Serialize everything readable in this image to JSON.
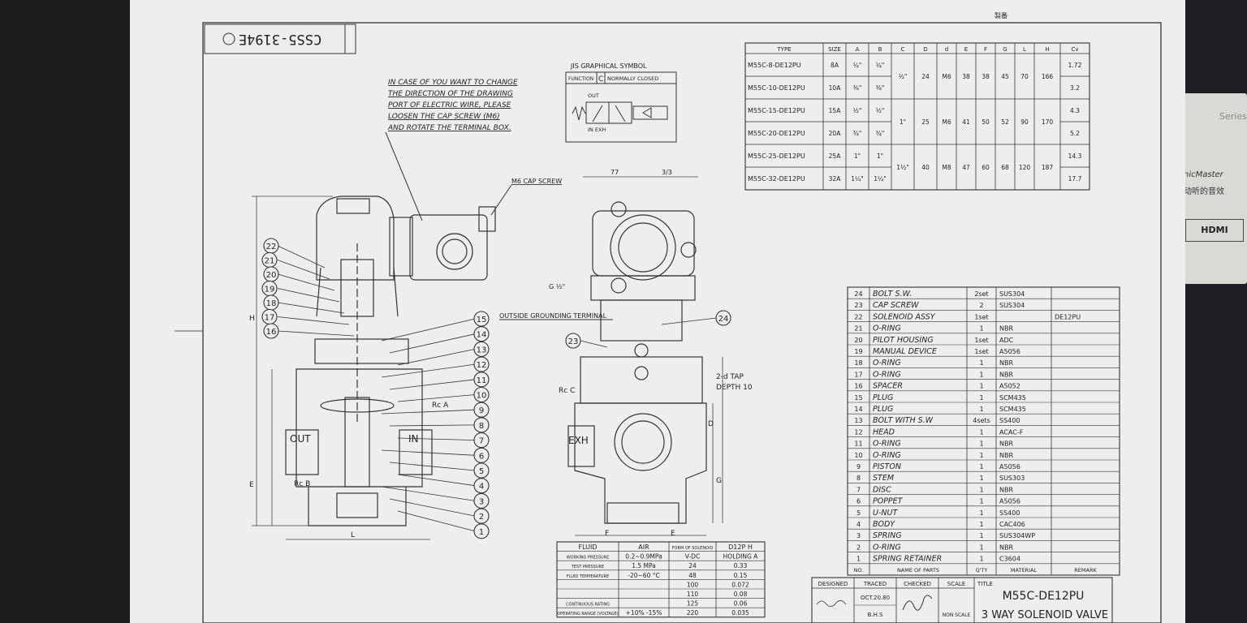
{
  "drawing_no": "CSS5-3194E",
  "header_mark": "製番",
  "note": [
    "IN CASE OF YOU WANT TO CHANGE",
    "THE DIRECTION OF THE DRAWING",
    "PORT OF ELECTRIC WIRE, PLEASE",
    "LOOSEN THE CAP SCREW (M6)",
    "AND ROTATE THE TERMINAL BOX."
  ],
  "jis": {
    "title": "JIS GRAPHICAL SYMBOL",
    "function_label": "FUNCTION",
    "function_value": "C",
    "function_desc": "NORMALLY CLOSED",
    "out": "OUT",
    "in_exh": "IN EXH"
  },
  "labels": {
    "cap_screw": "M6 CAP SCREW",
    "grounding": "OUTSIDE GROUNDING TERMINAL",
    "tap": "2-d TAP",
    "depth": "DEPTH 10",
    "out_port": "OUT",
    "in_port": "IN",
    "exh_port": "EXH",
    "rc_a": "Rc A",
    "rc_b": "Rc B",
    "rc_c": "Rc C",
    "g_half": "G ½\"",
    "dim_h": "H",
    "dim_e": "E",
    "dim_l": "L",
    "dim_f": "F",
    "dim_d": "D",
    "dim_g": "G",
    "dim_top1": "77",
    "dim_top2": "3/3"
  },
  "balloons_left": [
    "22",
    "21",
    "20",
    "19",
    "18",
    "17",
    "16"
  ],
  "balloons_right": [
    "15",
    "14",
    "13",
    "12",
    "11",
    "10",
    "9",
    "8",
    "7",
    "6",
    "5",
    "4",
    "3",
    "2",
    "1"
  ],
  "balloons_side": [
    "23",
    "24"
  ],
  "type_table": {
    "headers": [
      "TYPE",
      "SIZE",
      "A",
      "B",
      "C",
      "D",
      "d",
      "E",
      "F",
      "G",
      "L",
      "H",
      "Cv"
    ],
    "rows": [
      [
        "M55C-8-DE12PU",
        "8A",
        "¼\"",
        "¼\"",
        "½\"",
        "24",
        "M6",
        "38",
        "38",
        "45",
        "70",
        "166",
        "1.72"
      ],
      [
        "M55C-10-DE12PU",
        "10A",
        "⅜\"",
        "⅜\"",
        "",
        "",
        "",
        "",
        "",
        "",
        "",
        "",
        "3.2"
      ],
      [
        "M55C-15-DE12PU",
        "15A",
        "½\"",
        "½\"",
        "1\"",
        "25",
        "M6",
        "41",
        "50",
        "52",
        "90",
        "170",
        "4.3"
      ],
      [
        "M55C-20-DE12PU",
        "20A",
        "¾\"",
        "¾\"",
        "",
        "",
        "",
        "",
        "",
        "",
        "",
        "",
        "5.2"
      ],
      [
        "M55C-25-DE12PU",
        "25A",
        "1\"",
        "1\"",
        "1½\"",
        "40",
        "M8",
        "47",
        "60",
        "68",
        "120",
        "187",
        "14.3"
      ],
      [
        "M55C-32-DE12PU",
        "32A",
        "1¼\"",
        "1¼\"",
        "",
        "",
        "",
        "",
        "",
        "",
        "",
        "",
        "17.7"
      ]
    ]
  },
  "parts": [
    [
      "24",
      "BOLT S.W.",
      "2set",
      "SUS304",
      ""
    ],
    [
      "23",
      "CAP SCREW",
      "2",
      "SUS304",
      ""
    ],
    [
      "22",
      "SOLENOID ASSY",
      "1set",
      "",
      "DE12PU"
    ],
    [
      "21",
      "O-RING",
      "1",
      "NBR",
      ""
    ],
    [
      "20",
      "PILOT HOUSING",
      "1set",
      "ADC",
      ""
    ],
    [
      "19",
      "MANUAL DEVICE",
      "1set",
      "A5056",
      ""
    ],
    [
      "18",
      "O-RING",
      "1",
      "NBR",
      ""
    ],
    [
      "17",
      "O-RING",
      "1",
      "NBR",
      ""
    ],
    [
      "16",
      "SPACER",
      "1",
      "A5052",
      ""
    ],
    [
      "15",
      "PLUG",
      "1",
      "SCM435",
      ""
    ],
    [
      "14",
      "PLUG",
      "1",
      "SCM435",
      ""
    ],
    [
      "13",
      "BOLT WITH S.W",
      "4sets",
      "SS400",
      ""
    ],
    [
      "12",
      "HEAD",
      "1",
      "ACAC-F",
      ""
    ],
    [
      "11",
      "O-RING",
      "1",
      "NBR",
      ""
    ],
    [
      "10",
      "O-RING",
      "1",
      "NBR",
      ""
    ],
    [
      "9",
      "PISTON",
      "1",
      "A5056",
      ""
    ],
    [
      "8",
      "STEM",
      "1",
      "SUS303",
      ""
    ],
    [
      "7",
      "DISC",
      "1",
      "NBR",
      ""
    ],
    [
      "6",
      "POPPET",
      "1",
      "A5056",
      ""
    ],
    [
      "5",
      "U-NUT",
      "1",
      "SS400",
      ""
    ],
    [
      "4",
      "BODY",
      "1",
      "CAC406",
      ""
    ],
    [
      "3",
      "SPRING",
      "1",
      "SUS304WP",
      ""
    ],
    [
      "2",
      "O-RING",
      "1",
      "NBR",
      ""
    ],
    [
      "1",
      "SPRING RETAINER",
      "1",
      "C3604",
      ""
    ]
  ],
  "parts_header": [
    "NO.",
    "NAME OF PARTS",
    "Q'TY",
    "MATERIAL",
    "REMARK"
  ],
  "title_block": {
    "designed": "DESIGNED",
    "traced": "TRACED",
    "checked": "CHECKED",
    "scale": "SCALE",
    "title_label": "TITLE",
    "date": "OCT.20.80",
    "traced_by": "B.H.S",
    "scale_value": "NON SCALE",
    "model": "M55C-DE12PU",
    "desc": "3 WAY SOLENOID VALVE"
  },
  "fluid_table": {
    "headers": [
      "FLUID",
      "AIR",
      "FORM OF SOLENOID",
      "D12P H"
    ],
    "rows": [
      [
        "WORKING PRESSURE",
        "0.2~0.9MPa",
        "V-DC",
        "HOLDING A"
      ],
      [
        "TEST PRESSURE",
        "1.5 MPa",
        "24",
        "0.33"
      ],
      [
        "FLUID TEMPERATURE",
        "-20~60 °C",
        "48",
        "0.15"
      ],
      [
        "",
        "",
        "100",
        "0.072"
      ],
      [
        "",
        "",
        "110",
        "0.08"
      ],
      [
        "CONTINUOUS RATING",
        "",
        "125",
        "0.06"
      ],
      [
        "OPERATING RANGE (VOLTAGE)",
        "+10% -15%",
        "220",
        "0.035"
      ]
    ]
  },
  "side_device": {
    "brand": "Series",
    "name": "nicMaster",
    "chinese": "动听的音效",
    "hdmi": "HDMI"
  }
}
